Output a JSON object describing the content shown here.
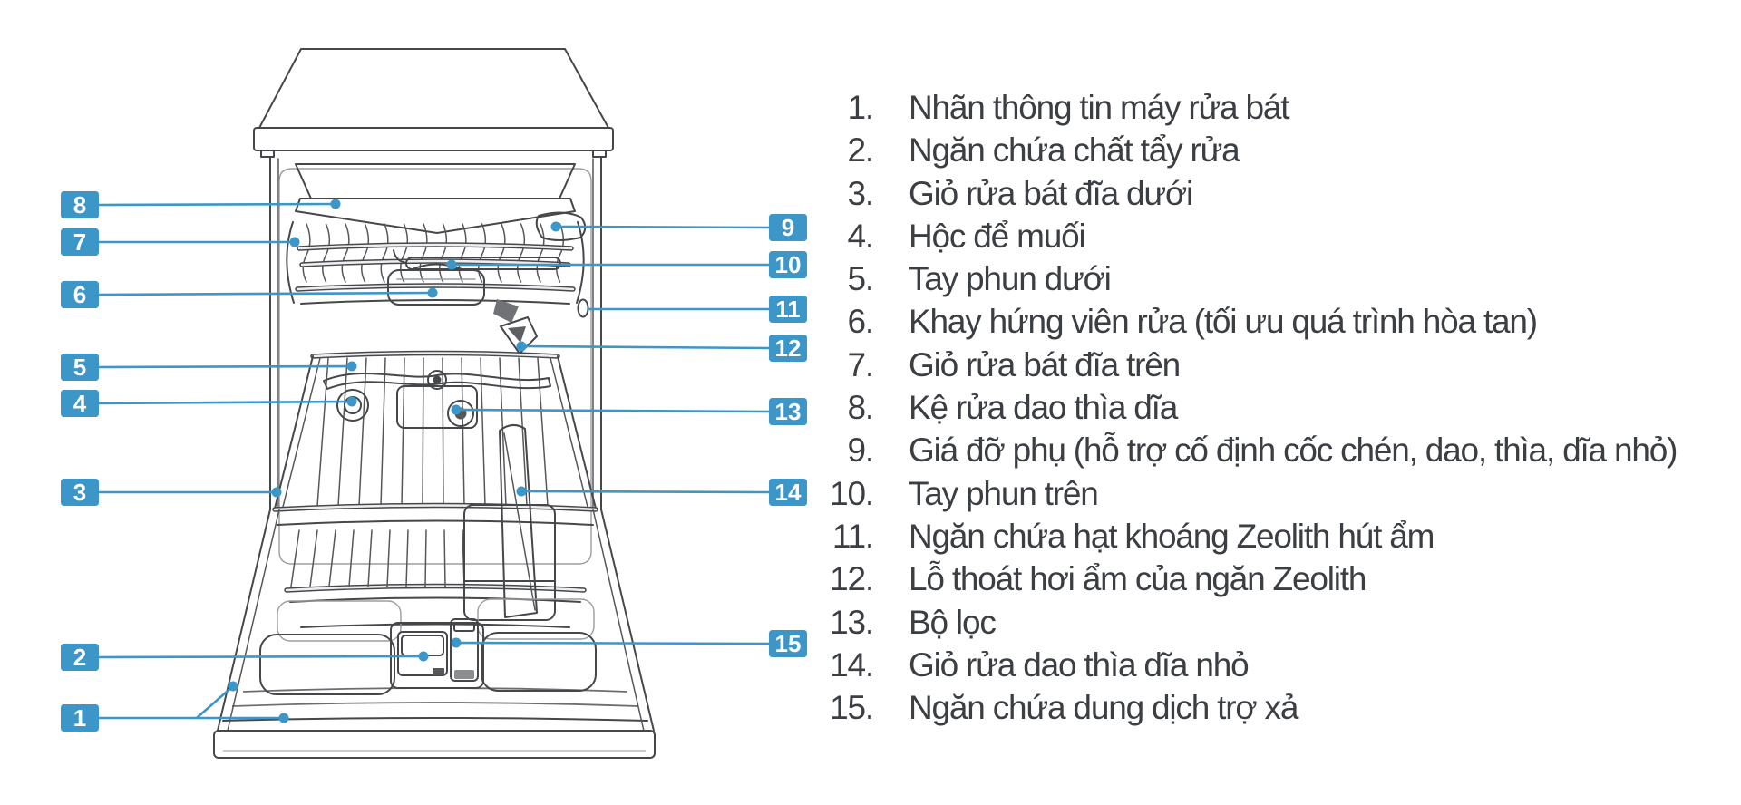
{
  "title": "Dishwasher parts diagram",
  "colors": {
    "accent_blue": "#3d96c8",
    "line_art": "#45474a",
    "legend_text": "#3b3e42",
    "worktop_fill": "#f1f2f5",
    "door_slab_fill": "#eef0f2"
  },
  "diagram": {
    "badges": [
      {
        "num": "1"
      },
      {
        "num": "2"
      },
      {
        "num": "3"
      },
      {
        "num": "4"
      },
      {
        "num": "5"
      },
      {
        "num": "6"
      },
      {
        "num": "7"
      },
      {
        "num": "8"
      },
      {
        "num": "9"
      },
      {
        "num": "10"
      },
      {
        "num": "11"
      },
      {
        "num": "12"
      },
      {
        "num": "13"
      },
      {
        "num": "14"
      },
      {
        "num": "15"
      }
    ]
  },
  "legend": {
    "items": [
      {
        "num": "1.",
        "text": "Nhãn thông tin máy rửa bát"
      },
      {
        "num": "2.",
        "text": "Ngăn chứa chất tẩy rửa"
      },
      {
        "num": "3.",
        "text": "Giỏ rửa bát đĩa dưới"
      },
      {
        "num": "4.",
        "text": "Hộc để muối"
      },
      {
        "num": "5.",
        "text": "Tay phun dưới"
      },
      {
        "num": "6.",
        "text": "Khay hứng viên rửa (tối ưu quá trình hòa tan)"
      },
      {
        "num": "7.",
        "text": "Giỏ rửa bát đĩa trên"
      },
      {
        "num": "8.",
        "text": "Kệ rửa dao thìa dĩa"
      },
      {
        "num": "9.",
        "text": "Giá đỡ phụ (hỗ trợ cố định cốc chén, dao, thìa, dĩa nhỏ)"
      },
      {
        "num": "10.",
        "text": "Tay phun trên"
      },
      {
        "num": "11.",
        "text": "Ngăn chứa hạt khoáng Zeolith hút ẩm"
      },
      {
        "num": "12.",
        "text": "Lỗ thoát hơi ẩm của ngăn Zeolith"
      },
      {
        "num": "13.",
        "text": "Bộ lọc"
      },
      {
        "num": "14.",
        "text": "Giỏ rửa dao thìa dĩa nhỏ"
      },
      {
        "num": "15.",
        "text": "Ngăn chứa dung dịch trợ xả"
      }
    ]
  }
}
